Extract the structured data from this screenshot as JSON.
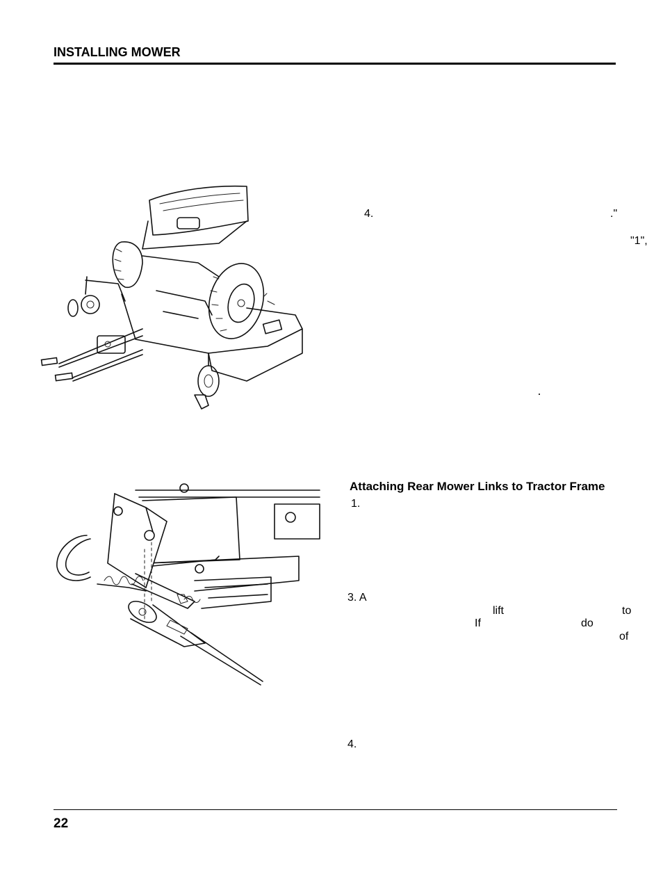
{
  "header": {
    "title": "INSTALLING MOWER"
  },
  "footer": {
    "page_number": "22"
  },
  "upper_text": {
    "step_4_number": "4.",
    "fragment_quote_end": ".\"",
    "fragment_1": "\"1\","
  },
  "lower_section": {
    "heading": "Attaching Rear Mower Links to Tractor Frame",
    "step_1_number": "1.",
    "step_3_number": "3. A",
    "word_lift": "lift",
    "word_to": "to",
    "word_if": "If",
    "word_do": "do",
    "word_of": "of",
    "step_4_number": "4."
  },
  "figures": [
    {
      "name": "tractor-mower-figure",
      "icon": "tractor-with-mower-deck-illustration"
    },
    {
      "name": "rear-link-figure",
      "icon": "rear-mower-link-bracket-illustration"
    }
  ]
}
